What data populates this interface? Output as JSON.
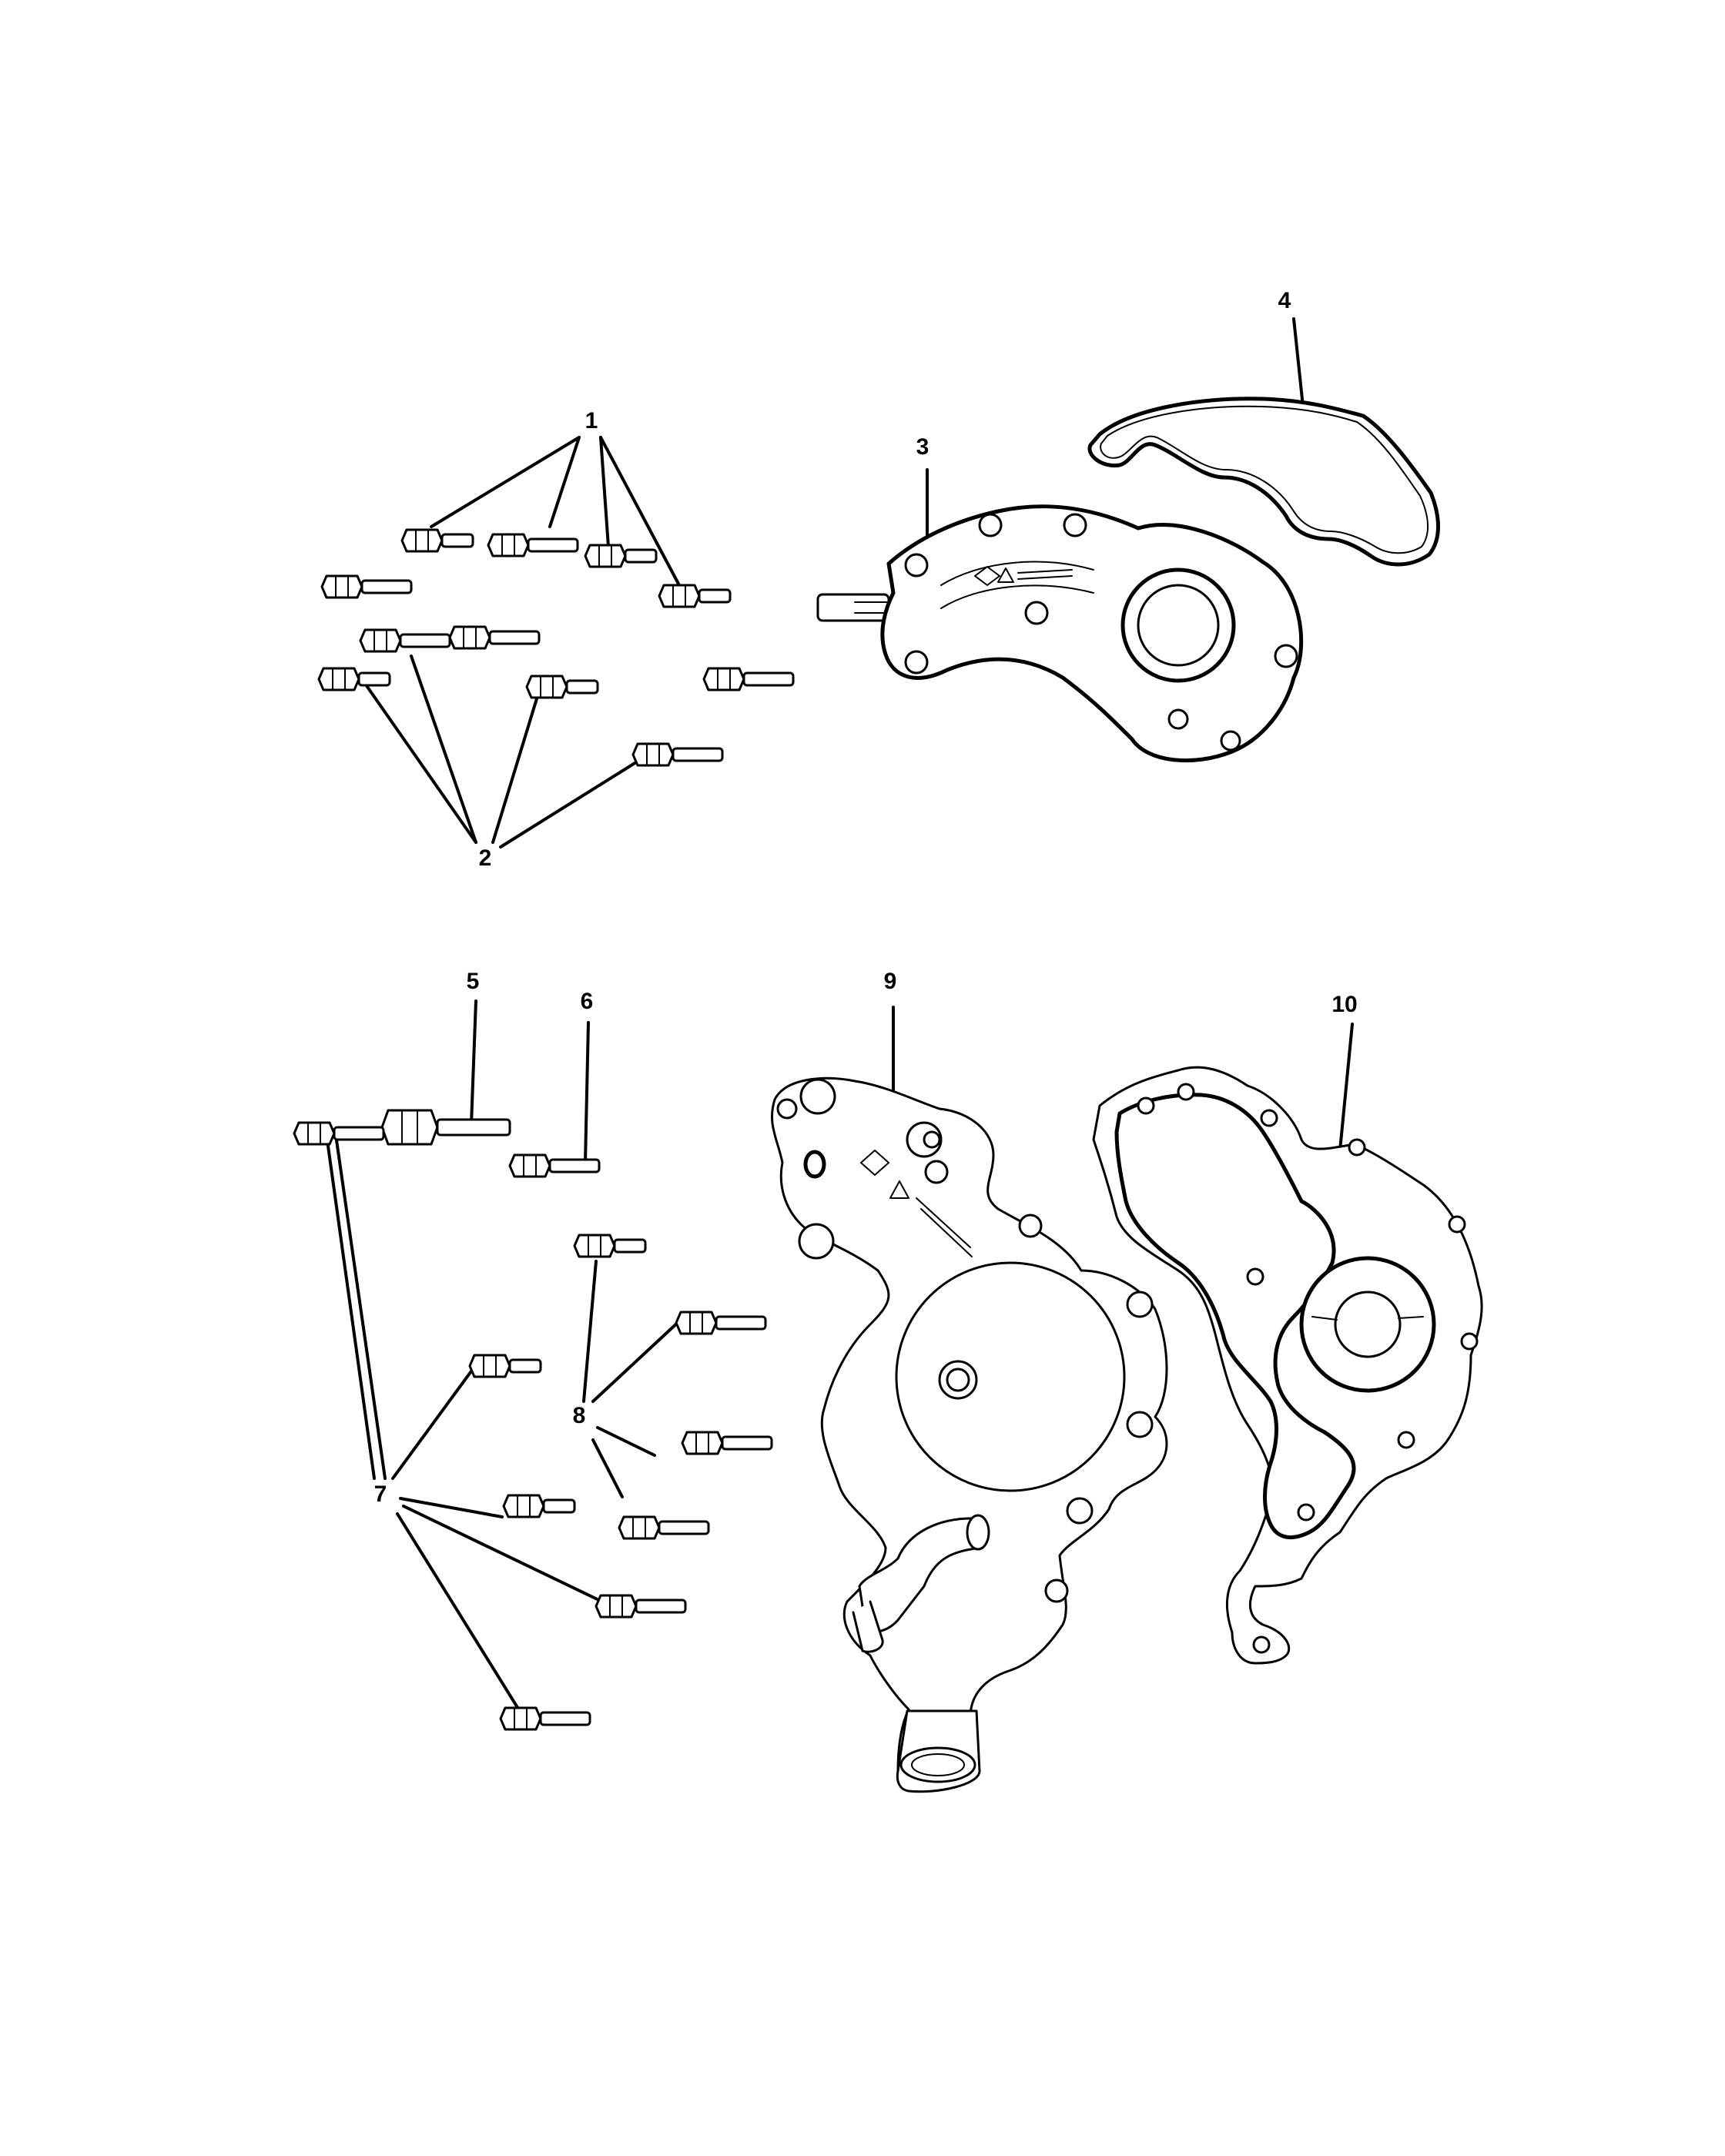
{
  "callouts": [
    {
      "id": "1",
      "label": "1"
    },
    {
      "id": "2",
      "label": "2"
    },
    {
      "id": "3",
      "label": "3"
    },
    {
      "id": "4",
      "label": "4"
    },
    {
      "id": "5",
      "label": "5"
    },
    {
      "id": "6",
      "label": "6"
    },
    {
      "id": "7",
      "label": "7"
    },
    {
      "id": "8",
      "label": "8"
    },
    {
      "id": "9",
      "label": "9"
    },
    {
      "id": "10",
      "label": "10"
    }
  ],
  "colors": {
    "line": "#000000",
    "background": "#ffffff"
  },
  "icons": [
    "bolt-icon",
    "logo-mark-icon"
  ]
}
